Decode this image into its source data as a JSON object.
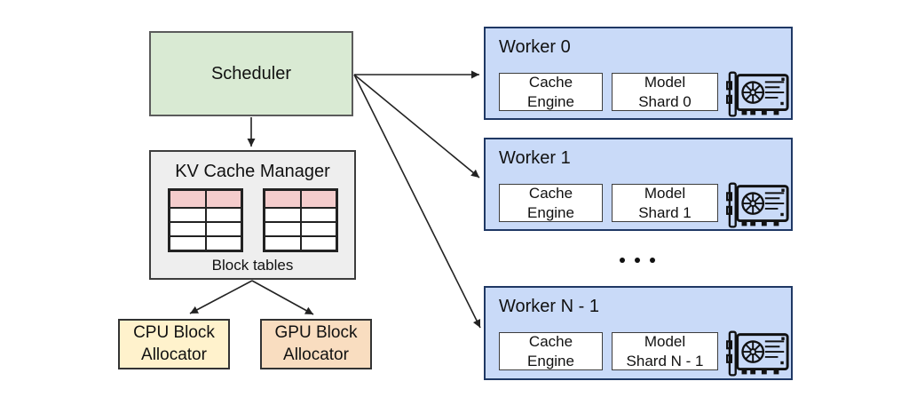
{
  "colors": {
    "scheduler_fill": "#d9ead3",
    "kv_fill": "#eeeeee",
    "table_header_fill": "#f4cccc",
    "cpu_fill": "#fff2cc",
    "gpu_fill": "#f9ddc0",
    "worker_fill": "#c9daf8",
    "worker_border": "#1f3864"
  },
  "scheduler": {
    "label": "Scheduler"
  },
  "kv_cache_manager": {
    "title": "KV Cache Manager",
    "caption": "Block tables",
    "block_tables": {
      "table_count": 2,
      "rows": 4,
      "columns": 2,
      "header_row_highlighted": true
    }
  },
  "allocators": {
    "cpu": {
      "label": "CPU Block\nAllocator"
    },
    "gpu": {
      "label": "GPU Block\nAllocator"
    }
  },
  "workers": [
    {
      "title": "Worker 0",
      "cache_engine": "Cache\nEngine",
      "model_shard": "Model\nShard 0",
      "gpu_icon": "gpu-card-icon"
    },
    {
      "title": "Worker 1",
      "cache_engine": "Cache\nEngine",
      "model_shard": "Model\nShard 1",
      "gpu_icon": "gpu-card-icon"
    },
    {
      "title": "Worker N - 1",
      "cache_engine": "Cache\nEngine",
      "model_shard": "Model\nShard N - 1",
      "gpu_icon": "gpu-card-icon"
    }
  ],
  "ellipsis": "..."
}
